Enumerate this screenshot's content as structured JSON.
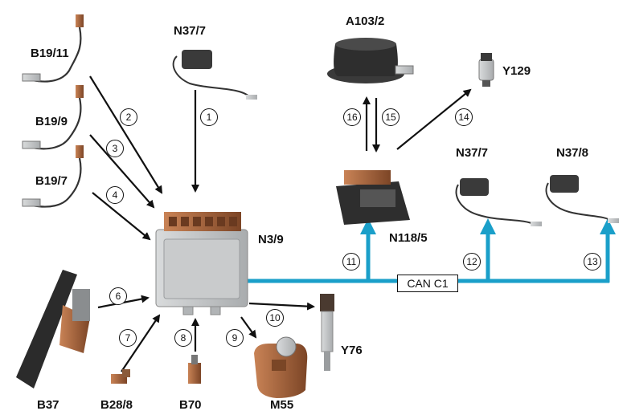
{
  "components": {
    "b19_11": "B19/11",
    "b19_9": "B19/9",
    "b19_7": "B19/7",
    "n37_7_top": "N37/7",
    "a103_2": "A103/2",
    "y129": "Y129",
    "n37_7_right": "N37/7",
    "n37_8": "N37/8",
    "n118_5": "N118/5",
    "n3_9": "N3/9",
    "b37": "B37",
    "b28_8": "B28/8",
    "b70": "B70",
    "m55": "M55",
    "y76": "Y76"
  },
  "bus": {
    "label": "CAN C1",
    "color": "#1a9fc9"
  },
  "connections": [
    "1",
    "2",
    "3",
    "4",
    "6",
    "7",
    "8",
    "9",
    "10",
    "11",
    "12",
    "13",
    "14",
    "15",
    "16"
  ],
  "colors": {
    "arrow": "#111111",
    "copper": "#a0623a",
    "metal": "#b9bcbe",
    "dark": "#2e2e2e"
  }
}
